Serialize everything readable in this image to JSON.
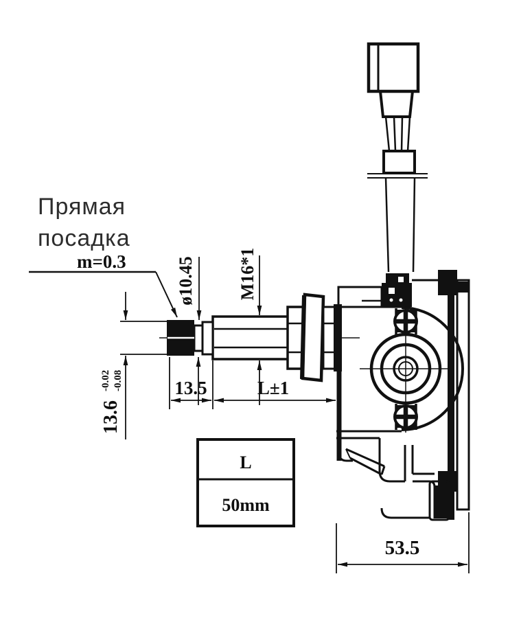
{
  "drawing": {
    "note_line1": "Прямая",
    "note_line2": "посадка",
    "module_note": "m=0.3",
    "dims": {
      "shaft_diameter": "ø10.45",
      "thread_spec": "M16*1",
      "step_length": "13.5",
      "shaft_length": "L±1",
      "gear_width": "13.6",
      "gear_width_tol_upper": "-0.02",
      "gear_width_tol_lower": "-0.08",
      "body_depth": "53.5"
    },
    "length_table": {
      "header": "L",
      "value": "50mm"
    },
    "colors": {
      "ink": "#111111",
      "background": "#ffffff"
    }
  }
}
